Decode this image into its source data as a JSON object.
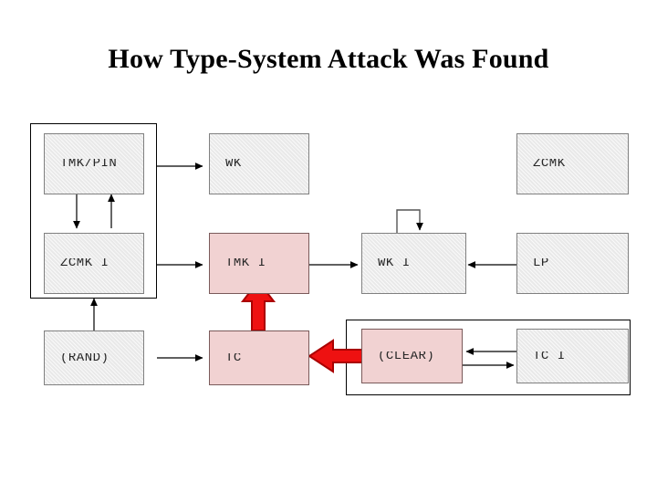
{
  "slide": {
    "title": "How Type-System Attack Was Found",
    "background": "#ffffff"
  },
  "colors": {
    "node_grey_fill": "#e9e9e9",
    "node_grey_border": "#808080",
    "node_pink_fill": "#f1d2d2",
    "node_pink_border": "#7a5a5a",
    "group_border": "#000000",
    "connector": "#000000",
    "highlight_arrow_fill": "#ee1111",
    "highlight_arrow_stroke": "#aa0000",
    "text": "#262626",
    "title_text": "#000000"
  },
  "diagram": {
    "groups": [
      {
        "name": "left-group",
        "label": ""
      },
      {
        "name": "bottom-right-group",
        "label": ""
      }
    ],
    "nodes": [
      {
        "id": "tmk-pin",
        "label": "TMK/PIN",
        "style": "grey"
      },
      {
        "id": "wk",
        "label": "WK",
        "style": "grey"
      },
      {
        "id": "zcmk",
        "label": "ZCMK",
        "style": "grey"
      },
      {
        "id": "zcmk-i",
        "label": "ZCMK I",
        "style": "grey"
      },
      {
        "id": "tmk-i",
        "label": "TMK I",
        "style": "pink"
      },
      {
        "id": "wk-i",
        "label": "WK I",
        "style": "grey"
      },
      {
        "id": "lp",
        "label": "LP",
        "style": "grey"
      },
      {
        "id": "rand",
        "label": "(RAND)",
        "style": "grey"
      },
      {
        "id": "tc",
        "label": "TC",
        "style": "pink"
      },
      {
        "id": "clear",
        "label": "(CLEAR)",
        "style": "pink"
      },
      {
        "id": "tc-i",
        "label": "TC I",
        "style": "grey"
      }
    ],
    "highlight_arrows": [
      {
        "name": "tc-to-tmk-i-arrow",
        "direction": "up"
      },
      {
        "name": "clear-to-tc-arrow",
        "direction": "left"
      }
    ]
  }
}
